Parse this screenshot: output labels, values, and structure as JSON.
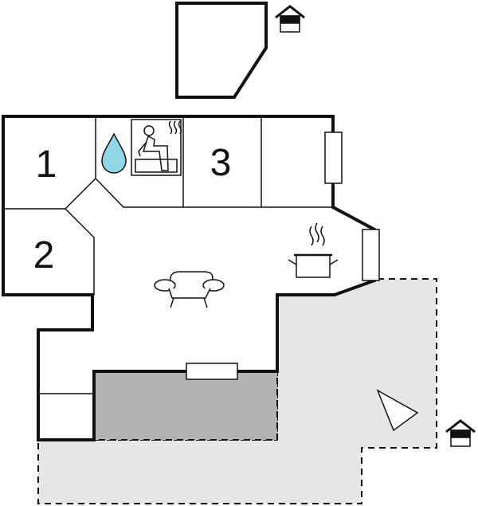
{
  "floor_plan": {
    "rooms": [
      {
        "id": "room-1",
        "label": "1"
      },
      {
        "id": "room-2",
        "label": "2"
      },
      {
        "id": "room-3",
        "label": "3"
      }
    ],
    "icons": [
      "house-icon",
      "water-drop-icon",
      "sauna-icon",
      "cooking-pot-icon",
      "sofa-icon",
      "compass-arrow-icon"
    ],
    "colors": {
      "wall": "#111111",
      "outdoor_area": "#e6e6e6",
      "terrace_dark": "#b3b3b3",
      "drop_fill": "#8fd6e6"
    }
  }
}
